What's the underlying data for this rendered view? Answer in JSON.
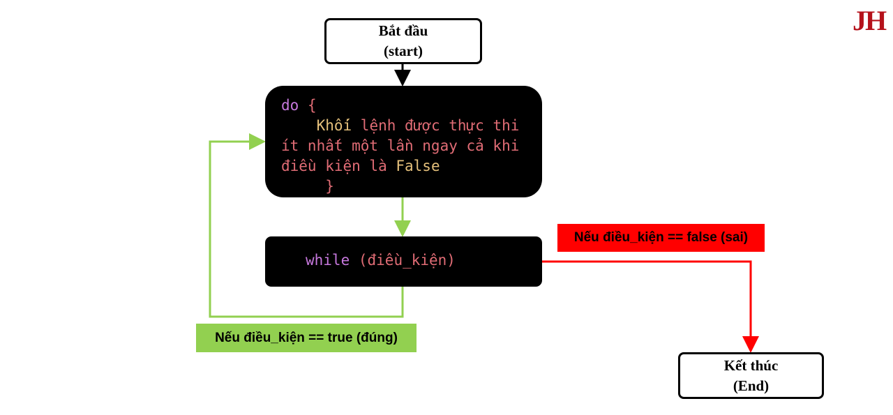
{
  "logo": "JH",
  "start": {
    "line1": "Bắt đầu",
    "line2": "(start)"
  },
  "do_block": {
    "keyword": "do",
    "open_brace": "{",
    "word1": "Khối",
    "line1_rest": " lệnh được thực thi",
    "line2": "ít nhất một lần ngay cả khi",
    "line3": "điều kiện là ",
    "false_word": "False",
    "close_brace": "}"
  },
  "while_block": {
    "keyword": "while",
    "condition": "(điều_kiện)"
  },
  "labels": {
    "true_branch": "Nếu điều_kiện == true (đúng)",
    "false_branch": "Nếu điều_kiện == false (sai)"
  },
  "end": {
    "line1": "Kết thúc",
    "line2": "(End)"
  },
  "colors": {
    "true": "#92d050",
    "false": "#ff0000",
    "keyword": "#c678dd",
    "text": "#e06c75",
    "highlight": "#e5c07b"
  }
}
